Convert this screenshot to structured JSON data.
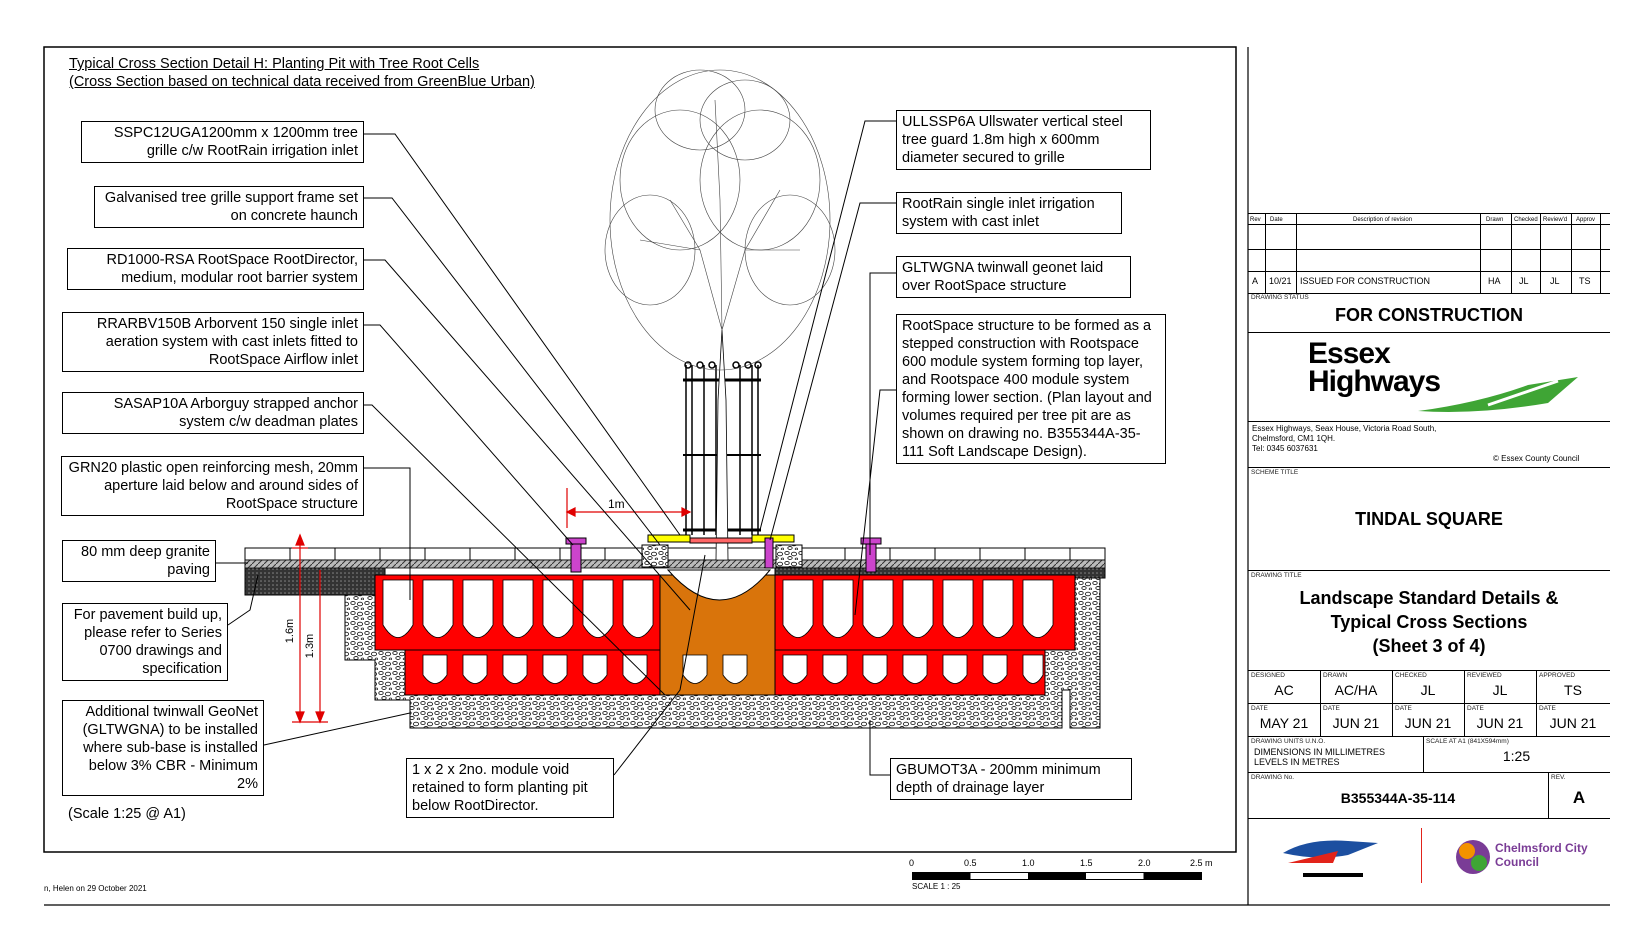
{
  "header": {
    "title_line1": "Typical Cross Section Detail  H: Planting Pit with Tree Root Cells",
    "title_line2": "(Cross Section based on technical data received from GreenBlue Urban)"
  },
  "labels_left": [
    "SSPC12UGA1200mm x 1200mm tree grille c/w RootRain irrigation inlet",
    "Galvanised tree grille support frame set on concrete haunch",
    "RD1000-RSA RootSpace RootDirector, medium, modular root barrier system",
    "RRARBV150B Arborvent 150 single inlet aeration system with cast inlets fitted to RootSpace Airflow inlet",
    "SASAP10A Arborguy strapped anchor system c/w deadman plates",
    "GRN20 plastic open reinforcing mesh, 20mm aperture laid below and around sides of RootSpace structure",
    "80 mm deep granite paving",
    "For pavement build up, please refer to Series 0700 drawings and specification",
    "Additional twinwall GeoNet (GLTWGNA) to be installed where sub-base is installed below 3% CBR - Minimum 2%"
  ],
  "labels_right": [
    "ULLSSP6A Ullswater vertical steel tree guard 1.8m high x 600mm diameter secured to grille",
    "RootRain single inlet irrigation system with cast inlet",
    "GLTWGNA twinwall geonet laid over RootSpace structure",
    "RootSpace structure to be formed as a stepped construction with Rootspace 600 module system forming top layer, and Rootspace 400 module system forming lower section. (Plan layout and volumes required per tree pit are as shown on drawing no. B355344A-35-111 Soft Landscape Design)."
  ],
  "labels_bottom": {
    "void": "1 x 2 x 2no. module void retained to form planting pit below RootDirector.",
    "drainage": "GBUMOT3A - 200mm minimum depth of drainage layer"
  },
  "dimensions": {
    "width": "1m",
    "depth_a": "1.6m",
    "depth_b": "1.3m"
  },
  "scale_note": "(Scale 1:25 @ A1)",
  "footer_note": "n, Helen  on 29 October 2021",
  "scale_bar": {
    "ticks": [
      "0",
      "0.5",
      "1.0",
      "1.5",
      "2.0",
      "2.5 m"
    ],
    "label": "SCALE  1 : 25"
  },
  "title_block": {
    "revision_headers": [
      "Rev",
      "Date",
      "Description of revision",
      "Drawn",
      "Checked",
      "Review'd",
      "Approv"
    ],
    "revision_row": [
      "A",
      "10/21",
      "ISSUED FOR CONSTRUCTION",
      "HA",
      "JL",
      "JL",
      "TS"
    ],
    "drawing_status_caption": "DRAWING STATUS",
    "drawing_status": "FOR CONSTRUCTION",
    "logo_line1": "Essex",
    "logo_line2": "Highways",
    "address_line1": "Essex Highways, Seax House, Victoria Road South,",
    "address_line2": "Chelmsford, CM1 1QH.",
    "address_line3": "Tel: 0345 6037631",
    "copyright": "© Essex County Council",
    "scheme_title_caption": "SCHEME TITLE",
    "scheme_title": "TINDAL SQUARE",
    "drawing_title_caption": "DRAWING TITLE",
    "drawing_title_line1": "Landscape Standard Details &",
    "drawing_title_line2": "Typical Cross Sections",
    "drawing_title_line3": "(Sheet 3 of 4)",
    "roles": [
      {
        "caption": "DESIGNED",
        "value": "AC"
      },
      {
        "caption": "DRAWN",
        "value": "AC/HA"
      },
      {
        "caption": "CHECKED",
        "value": "JL"
      },
      {
        "caption": "REVIEWED",
        "value": "JL"
      },
      {
        "caption": "APPROVED",
        "value": "TS"
      }
    ],
    "date_caption": "DATE",
    "dates": [
      "MAY 21",
      "JUN 21",
      "JUN 21",
      "JUN 21",
      "JUN 21"
    ],
    "units_caption": "DRAWING UNITS U.N.O.",
    "units_line1": "DIMENSIONS IN MILLIMETRES",
    "units_line2": "LEVELS IN METRES",
    "scale_caption": "SCALE AT A1 (841X594mm)",
    "scale_value": "1:25",
    "drawing_no_caption": "DRAWING No.",
    "drawing_no": "B355344A-35-114",
    "rev_caption": "REV.",
    "rev_value": "A",
    "partner_logo_text": "Chelmsford City Council"
  },
  "colors": {
    "rootspace": "#ff0000",
    "void": "#d9740b",
    "frame_yellow": "#ffff00",
    "inlet_magenta": "#cc44cc",
    "logo_green": "#3fa535"
  }
}
